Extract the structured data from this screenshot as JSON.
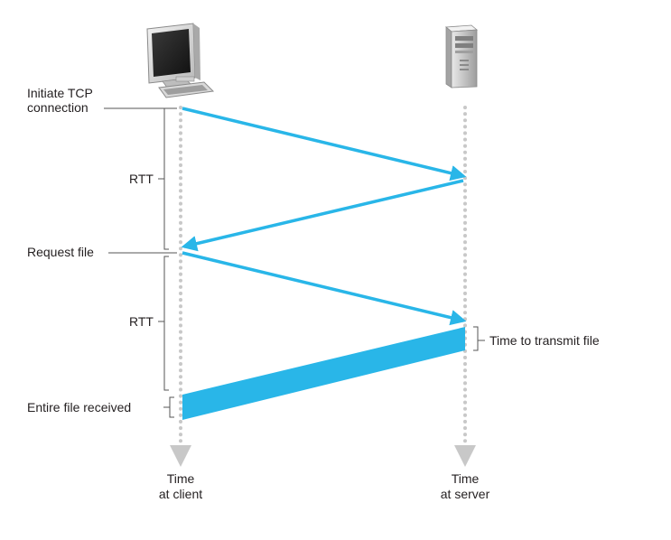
{
  "labels": {
    "initiate_line1": "Initiate TCP",
    "initiate_line2": "connection",
    "rtt_first": "RTT",
    "request_file": "Request file",
    "rtt_second": "RTT",
    "entire_file": "Entire file received",
    "transmit_time": "Time to transmit file",
    "client_time_line1": "Time",
    "client_time_line2": "at client",
    "server_time_line1": "Time",
    "server_time_line2": "at server"
  },
  "colors": {
    "arrow": "#29b6e8",
    "timeline": "#c8c8c8",
    "bracket": "#555555",
    "text": "#231f20"
  },
  "icons": {
    "client": "desktop-computer-icon",
    "server": "server-tower-icon"
  }
}
